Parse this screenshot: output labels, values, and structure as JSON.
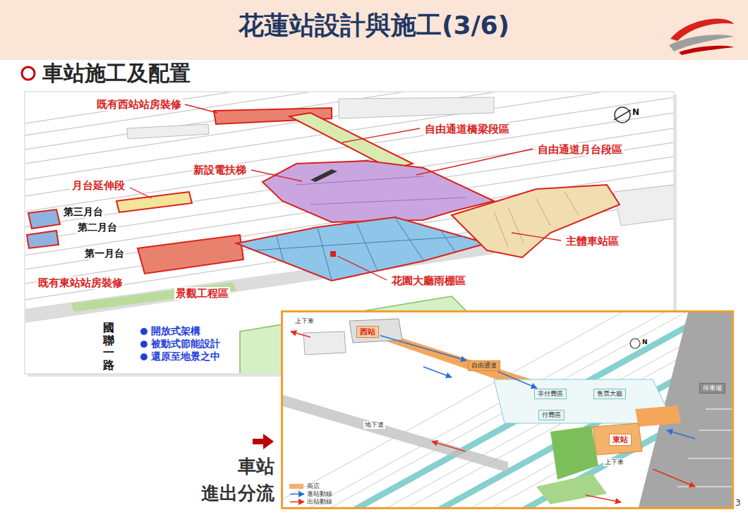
{
  "diagram": {
    "title": "花蓮站設計與施工(3/6)",
    "nodes": [
      {
        "text": [
          "車站 進出分流"
        ]
      },
      {
        "text": [
          "西站"
        ],
        "in": 0
      },
      {
        "text": [
          "自由通道"
        ],
        "in": 0
      },
      {
        "text": [
          "非付費區"
        ],
        "in": 0
      },
      {
        "text": [
          "付費區"
        ],
        "in": 0
      },
      {
        "text": [
          "售票大廳"
        ],
        "in": 0
      },
      {
        "text": [
          "東站"
        ],
        "in": 0
      },
      {
        "text": [
          "停車場"
        ],
        "in": 0
      }
    ],
    "edges": [
      {
        "from": 1,
        "to": 2,
        "arrow": "to"
      },
      {
        "from": 2,
        "to": 3,
        "arrow": "to"
      }
    ],
    "labels": [
      "車站施工及配置",
      "既有西站站房裝修",
      "自由通道橋梁段區",
      "自由通道月台段區",
      "新設電扶梯",
      "月台延伸段",
      "第三月台",
      "第二月台",
      "第一月台",
      "既有東站站房裝修",
      "景觀工程區",
      "花園大廳雨棚區",
      "主體車站區",
      "國聯一路",
      "開放式架構",
      "被動式節能設計",
      "還原至地景之中",
      "N",
      "上下車",
      "上下車",
      "地下道",
      "N",
      "3"
    ],
    "legend": [
      {
        "text": "商店",
        "color": "#f5b26b"
      },
      {
        "text": "進站動線"
      },
      {
        "text": "出站動線"
      }
    ]
  }
}
